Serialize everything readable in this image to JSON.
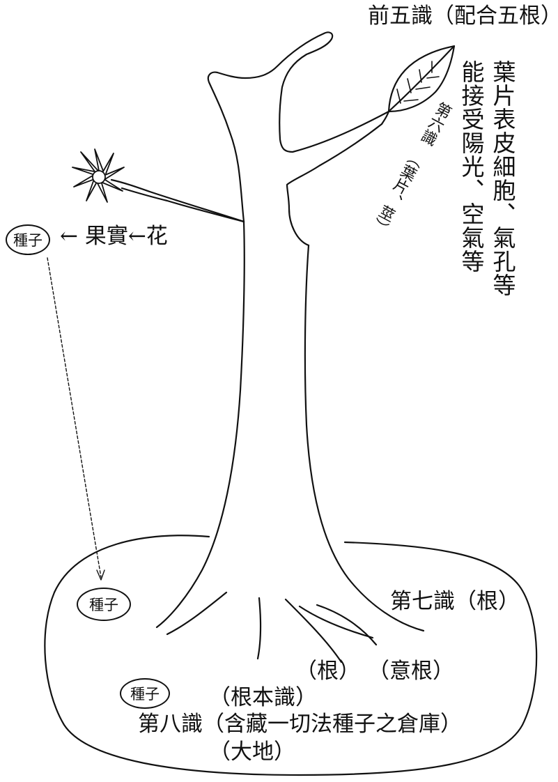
{
  "labels": {
    "top_right": "前五識（配合五根）",
    "leaf_cells": "葉片表皮細胞、氣孔等",
    "sunlight_air": "能接受陽光、空氣等",
    "sixth_consciousness": "第六識",
    "stem_branch": "（葉片、莖）",
    "fruit_chain": "← 果實←花",
    "seventh": "第七識（根）",
    "root": "（根）",
    "mind_root": "（意根）",
    "root_consciousness": "（根本識）",
    "eighth": "第八識（含藏一切法種子之倉庫）",
    "earth": "（大地）"
  },
  "seeds": {
    "upper_left": "種子",
    "middle": "種子",
    "lower": "種子"
  },
  "colors": {
    "ink": "#111111",
    "paper": "#ffffff"
  }
}
